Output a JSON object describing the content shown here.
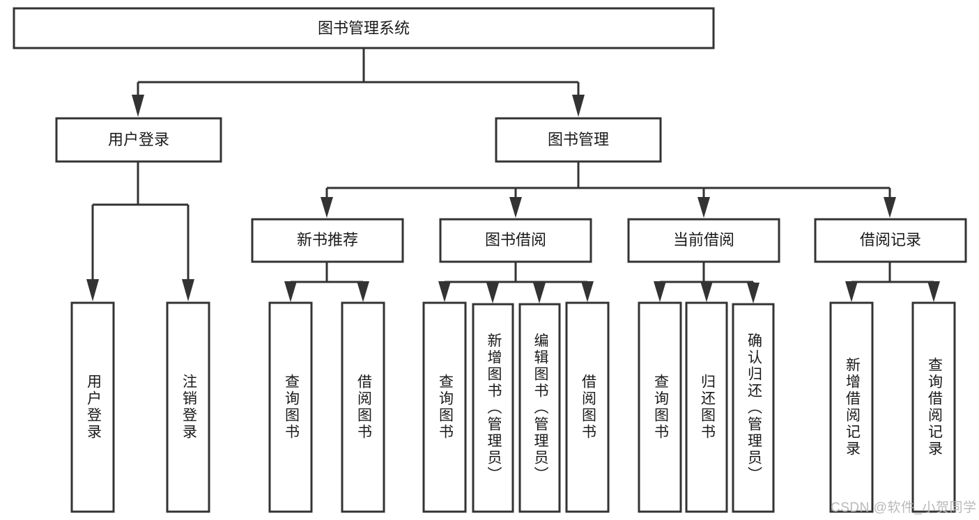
{
  "diagram": {
    "title": "图书管理系统",
    "type": "tree-hierarchy",
    "root": {
      "id": "root",
      "label": "图书管理系统"
    },
    "level1": [
      {
        "id": "user-login",
        "label": "用户登录"
      },
      {
        "id": "book-manage",
        "label": "图书管理"
      }
    ],
    "level2": [
      {
        "id": "new-book-rec",
        "label": "新书推荐",
        "parent": "book-manage"
      },
      {
        "id": "book-borrow",
        "label": "图书借阅",
        "parent": "book-manage"
      },
      {
        "id": "current-borrow",
        "label": "当前借阅",
        "parent": "book-manage"
      },
      {
        "id": "borrow-record",
        "label": "借阅记录",
        "parent": "book-manage"
      }
    ],
    "leaves": {
      "user_login": [
        {
          "id": "leaf-user-login",
          "label": "用户登录"
        },
        {
          "id": "leaf-logout",
          "label": "注销登录"
        }
      ],
      "new_book_rec": [
        {
          "id": "leaf-query-book-1",
          "label": "查询图书"
        },
        {
          "id": "leaf-borrow-book-1",
          "label": "借阅图书"
        }
      ],
      "book_borrow": [
        {
          "id": "leaf-query-book-2",
          "label": "查询图书"
        },
        {
          "id": "leaf-add-book",
          "label": "新增图书（管理员）"
        },
        {
          "id": "leaf-edit-book",
          "label": "编辑图书（管理员）"
        },
        {
          "id": "leaf-borrow-book-2",
          "label": "借阅图书"
        }
      ],
      "current_borrow": [
        {
          "id": "leaf-query-book-3",
          "label": "查询图书"
        },
        {
          "id": "leaf-return-book",
          "label": "归还图书"
        },
        {
          "id": "leaf-confirm-return",
          "label": "确认归还（管理员）"
        }
      ],
      "borrow_record": [
        {
          "id": "leaf-add-record",
          "label": "新增借阅记录"
        },
        {
          "id": "leaf-query-record",
          "label": "查询借阅记录"
        }
      ]
    }
  },
  "watermark": {
    "text": "CSDN @软件_小贺同学"
  },
  "colors": {
    "box_stroke": "#333333",
    "box_fill": "#ffffff",
    "text": "#1a1a1a",
    "canvas": "#ffffff",
    "watermark": "#b9b9b9"
  }
}
